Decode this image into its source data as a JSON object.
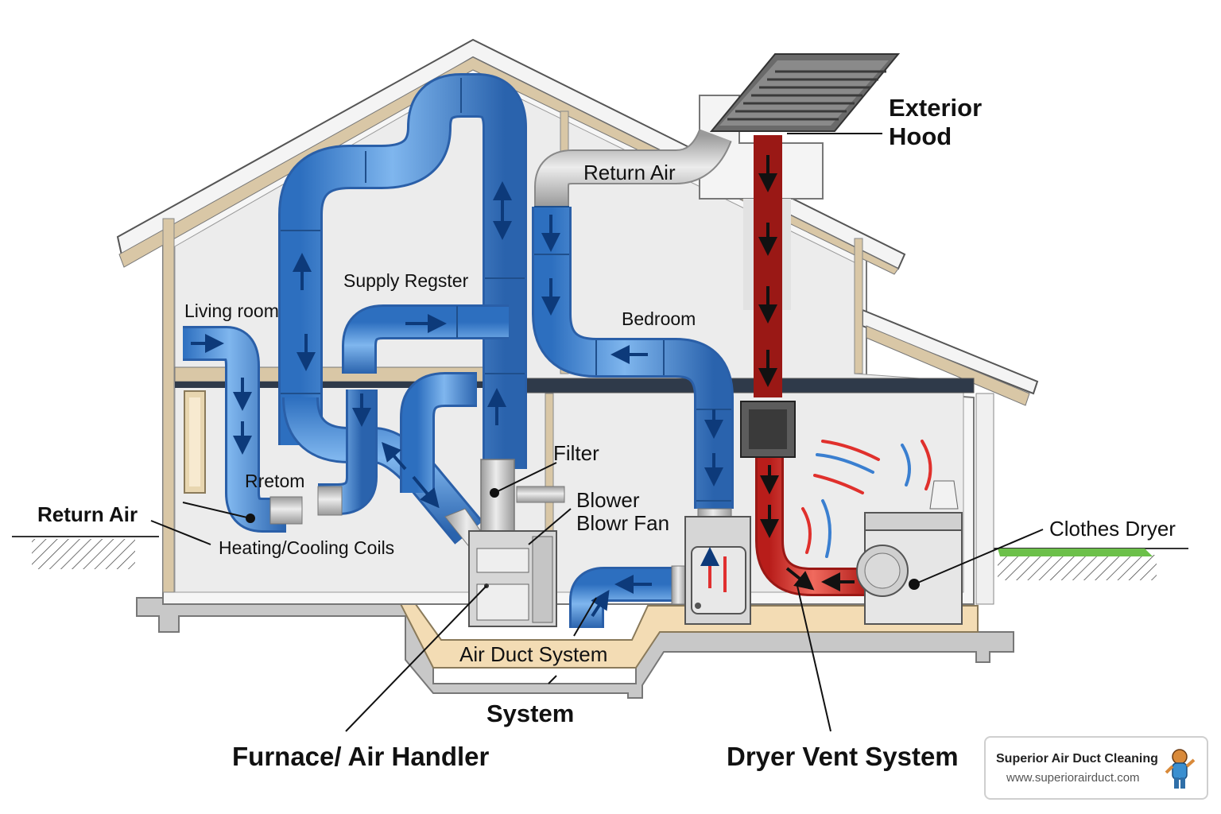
{
  "labels": {
    "exterior_hood": [
      "Exterior",
      "Hood"
    ],
    "return_air_top": "Return Air",
    "supply_register": "Supply Regster",
    "living_room": "Living room",
    "bedroom": "Bedroom",
    "filter": "Filter",
    "blower": [
      "Blower",
      "Blowr Fan"
    ],
    "rretom": "Rretom",
    "return_air_left": "Return Air",
    "heating_cooling": "Heating/Cooling Coils",
    "air_duct_system": "Air Duct System",
    "system": "System",
    "furnace": "Furnace/ Air Handler",
    "dryer_vent": "Dryer Vent System",
    "clothes_dryer": "Clothes Dryer"
  },
  "brand": {
    "name": "Superior Air Duct Cleaning",
    "url": "www.superiorairduct.com",
    "logo_icon": "mascot-logo-icon"
  },
  "colors": {
    "supply_duct": "#4a8fd6",
    "return_duct": "#cfcfcf",
    "dryer_vent": "#e0302c",
    "flow_arrow": "#0d3a7a",
    "floor": "#f3dcb4",
    "foundation": "#c8c8c8",
    "grass": "#6cc04a"
  }
}
